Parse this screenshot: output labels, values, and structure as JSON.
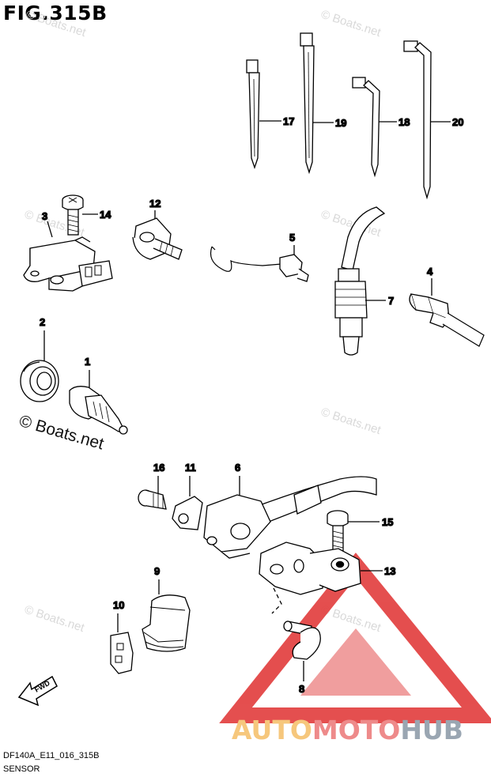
{
  "figure": {
    "title": "FIG.315B",
    "code": "DF140A_E11_016_315B",
    "name": "SENSOR"
  },
  "watermark": {
    "small_text": "© Boats.net",
    "big_text": "© Boats.net"
  },
  "callouts": [
    "17",
    "19",
    "18",
    "20",
    "14",
    "12",
    "3",
    "5",
    "7",
    "4",
    "2",
    "1",
    "16",
    "11",
    "6",
    "15",
    "13",
    "9",
    "10",
    "8"
  ],
  "fwd_label": "FWD",
  "brand": {
    "part1": "AUTO",
    "part2": "MOTO",
    "part3": "HUB",
    "colors": {
      "auto": "#f6c77c",
      "moto": "#ee8a8a",
      "hub": "#9aa6b2",
      "triangle": "#e24040"
    }
  }
}
